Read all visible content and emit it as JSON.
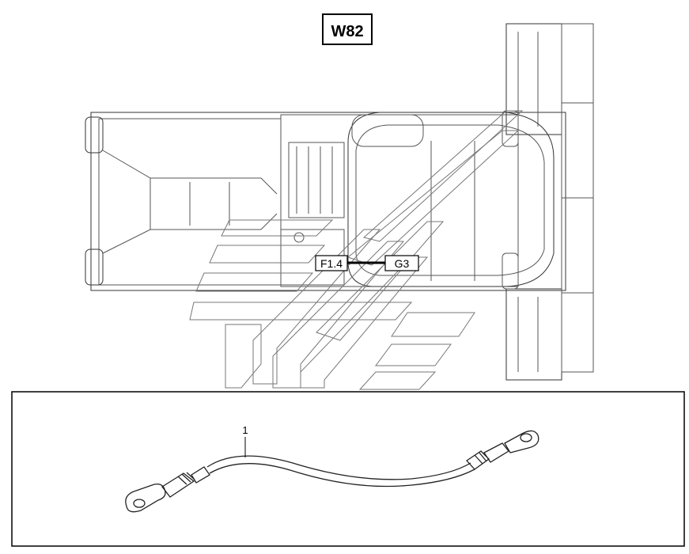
{
  "diagram": {
    "title": "W82",
    "connectors": {
      "from": "F1.4",
      "to": "G3"
    },
    "part_callout": "1"
  }
}
